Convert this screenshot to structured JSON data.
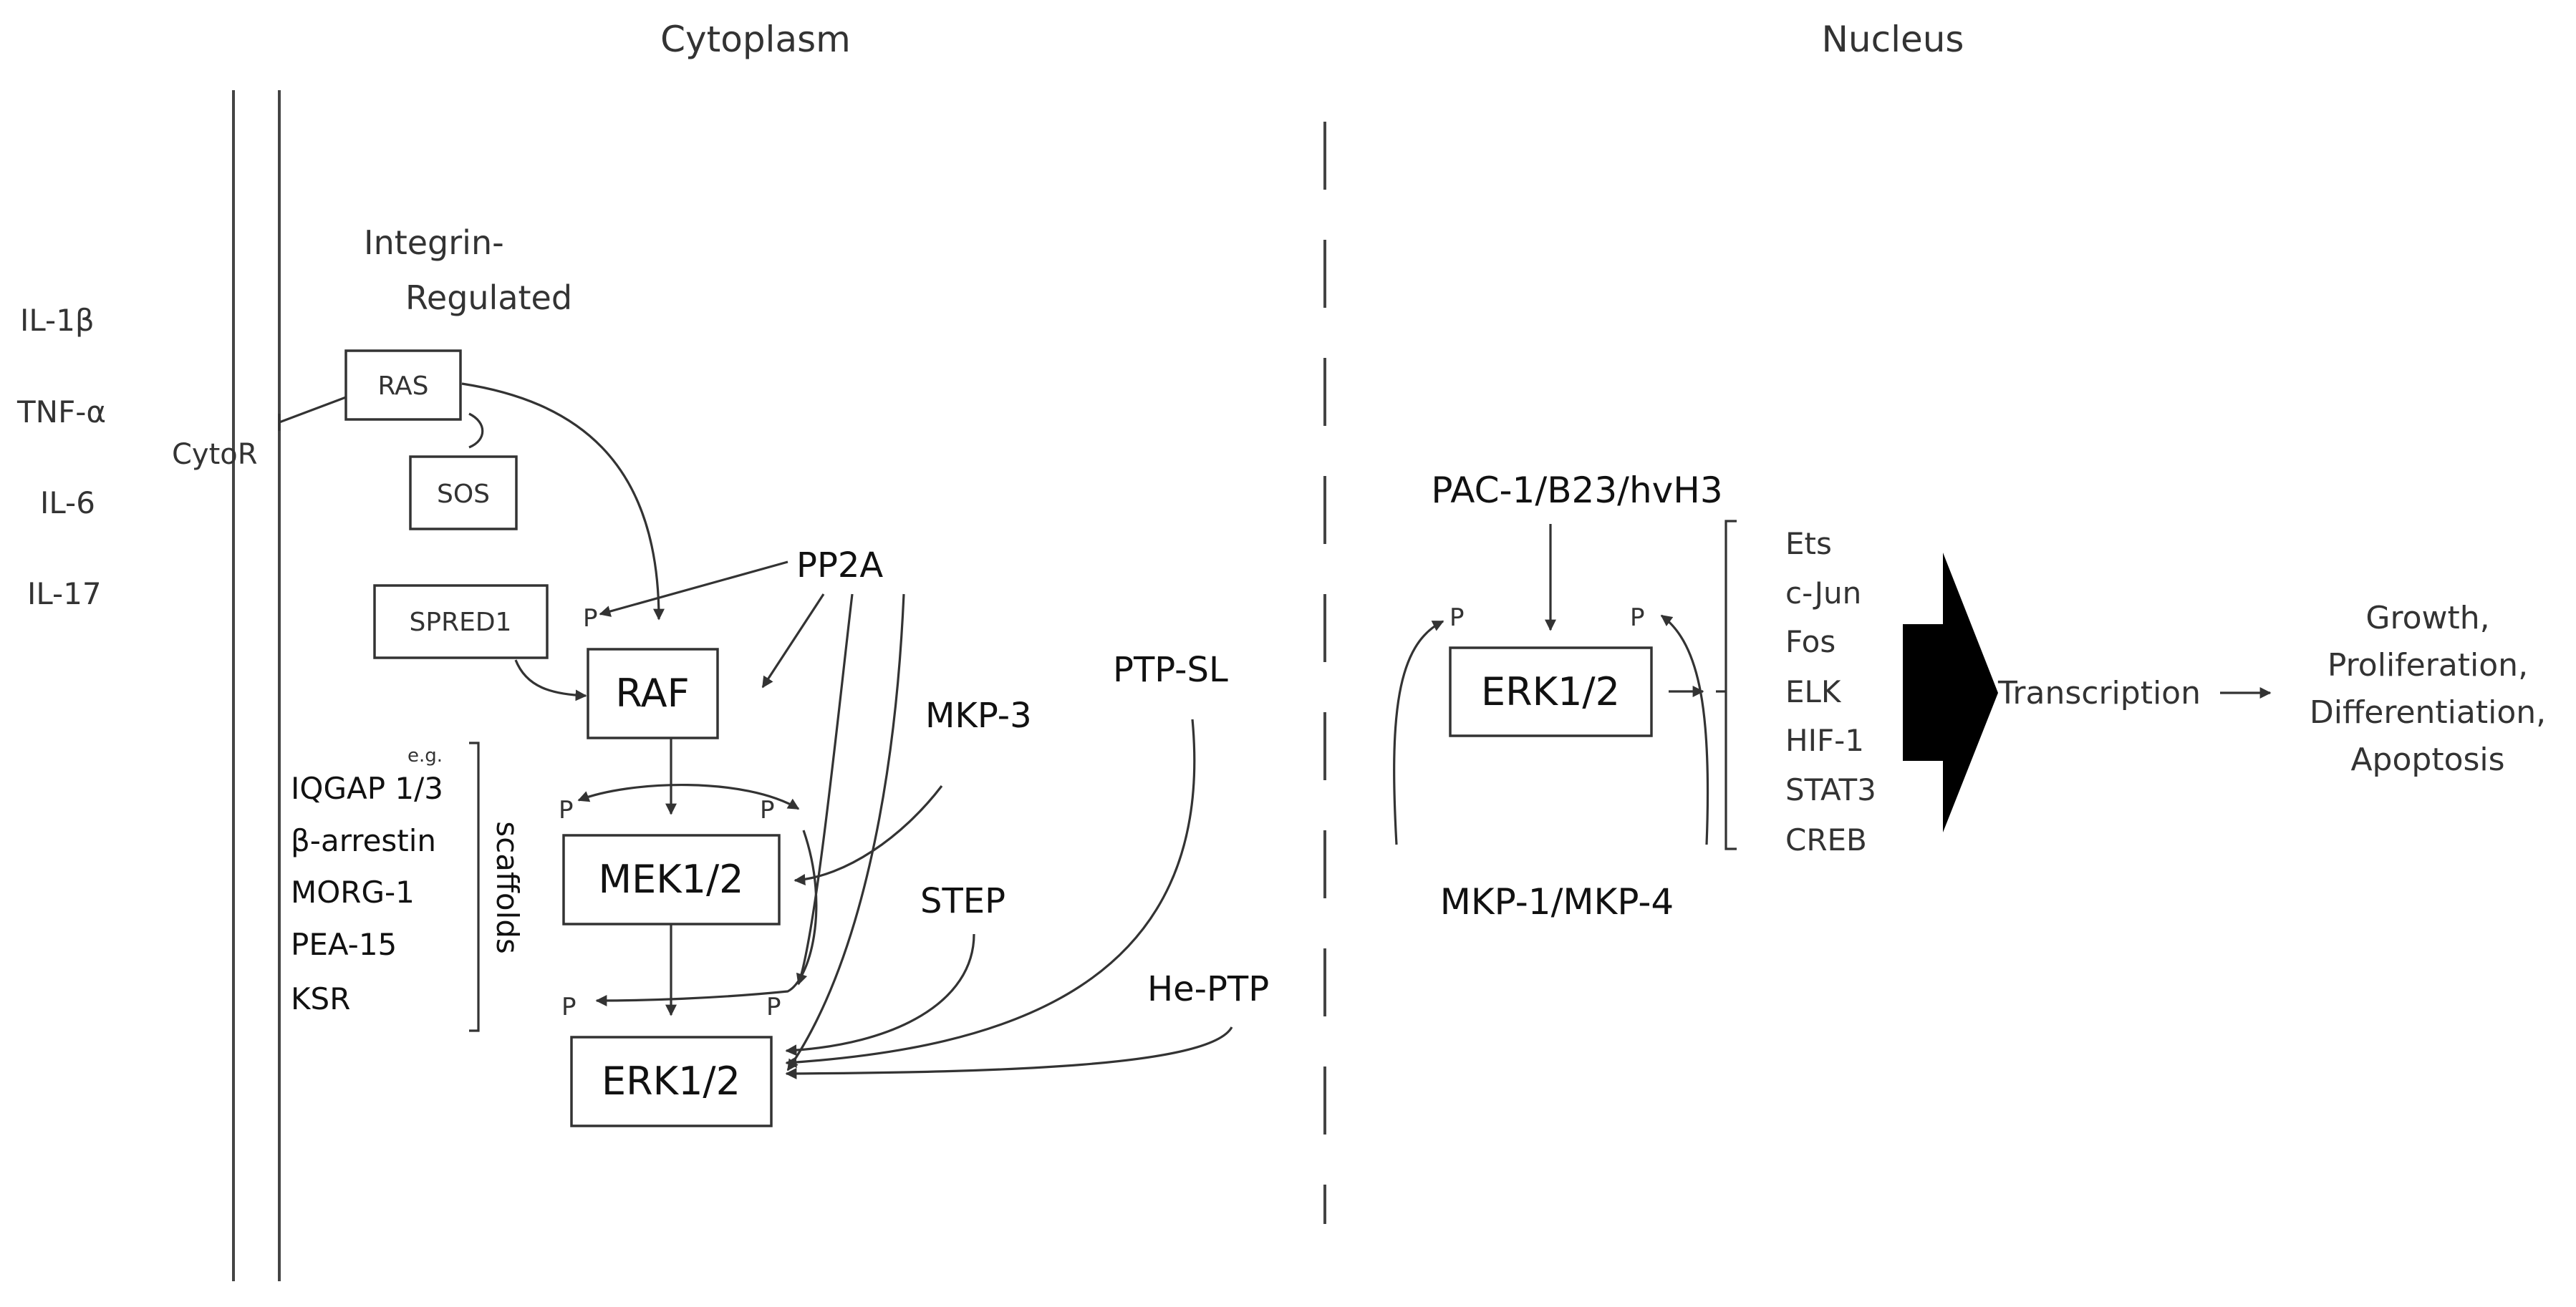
{
  "headers": {
    "cytoplasm": "Cytoplasm",
    "nucleus": "Nucleus"
  },
  "cytokines": [
    "IL-1β",
    "TNF-α",
    "IL-6",
    "IL-17"
  ],
  "receptor": "CytoR",
  "integrin": [
    "Integrin-",
    "Regulated"
  ],
  "cyto_nodes": {
    "ras": "RAS",
    "sos": "SOS",
    "spred1": "SPRED1",
    "raf": "RAF",
    "mek": "MEK1/2",
    "erk": "ERK1/2"
  },
  "scaffolds": {
    "eg": "e.g.",
    "items": [
      "IQGAP 1/3",
      "β-arrestin",
      "MORG-1",
      "PEA-15",
      "KSR"
    ],
    "label": "scaffolds"
  },
  "phosphatases": {
    "pp2a": "PP2A",
    "mkp3": "MKP-3",
    "step": "STEP",
    "ptpsl": "PTP-SL",
    "heptp": "He-PTP"
  },
  "phospho": "P",
  "nucleus": {
    "pac": "PAC-1/B23/hvH3",
    "erk": "ERK1/2",
    "mkp14": "MKP-1/MKP-4",
    "factors": [
      "Ets",
      "c-Jun",
      "Fos",
      "ELK",
      "HIF-1",
      "STAT3",
      "CREB"
    ],
    "transcription": "Transcription",
    "outcomes": [
      "Growth,",
      "Proliferation,",
      "Differentiation,",
      "Apoptosis"
    ]
  }
}
